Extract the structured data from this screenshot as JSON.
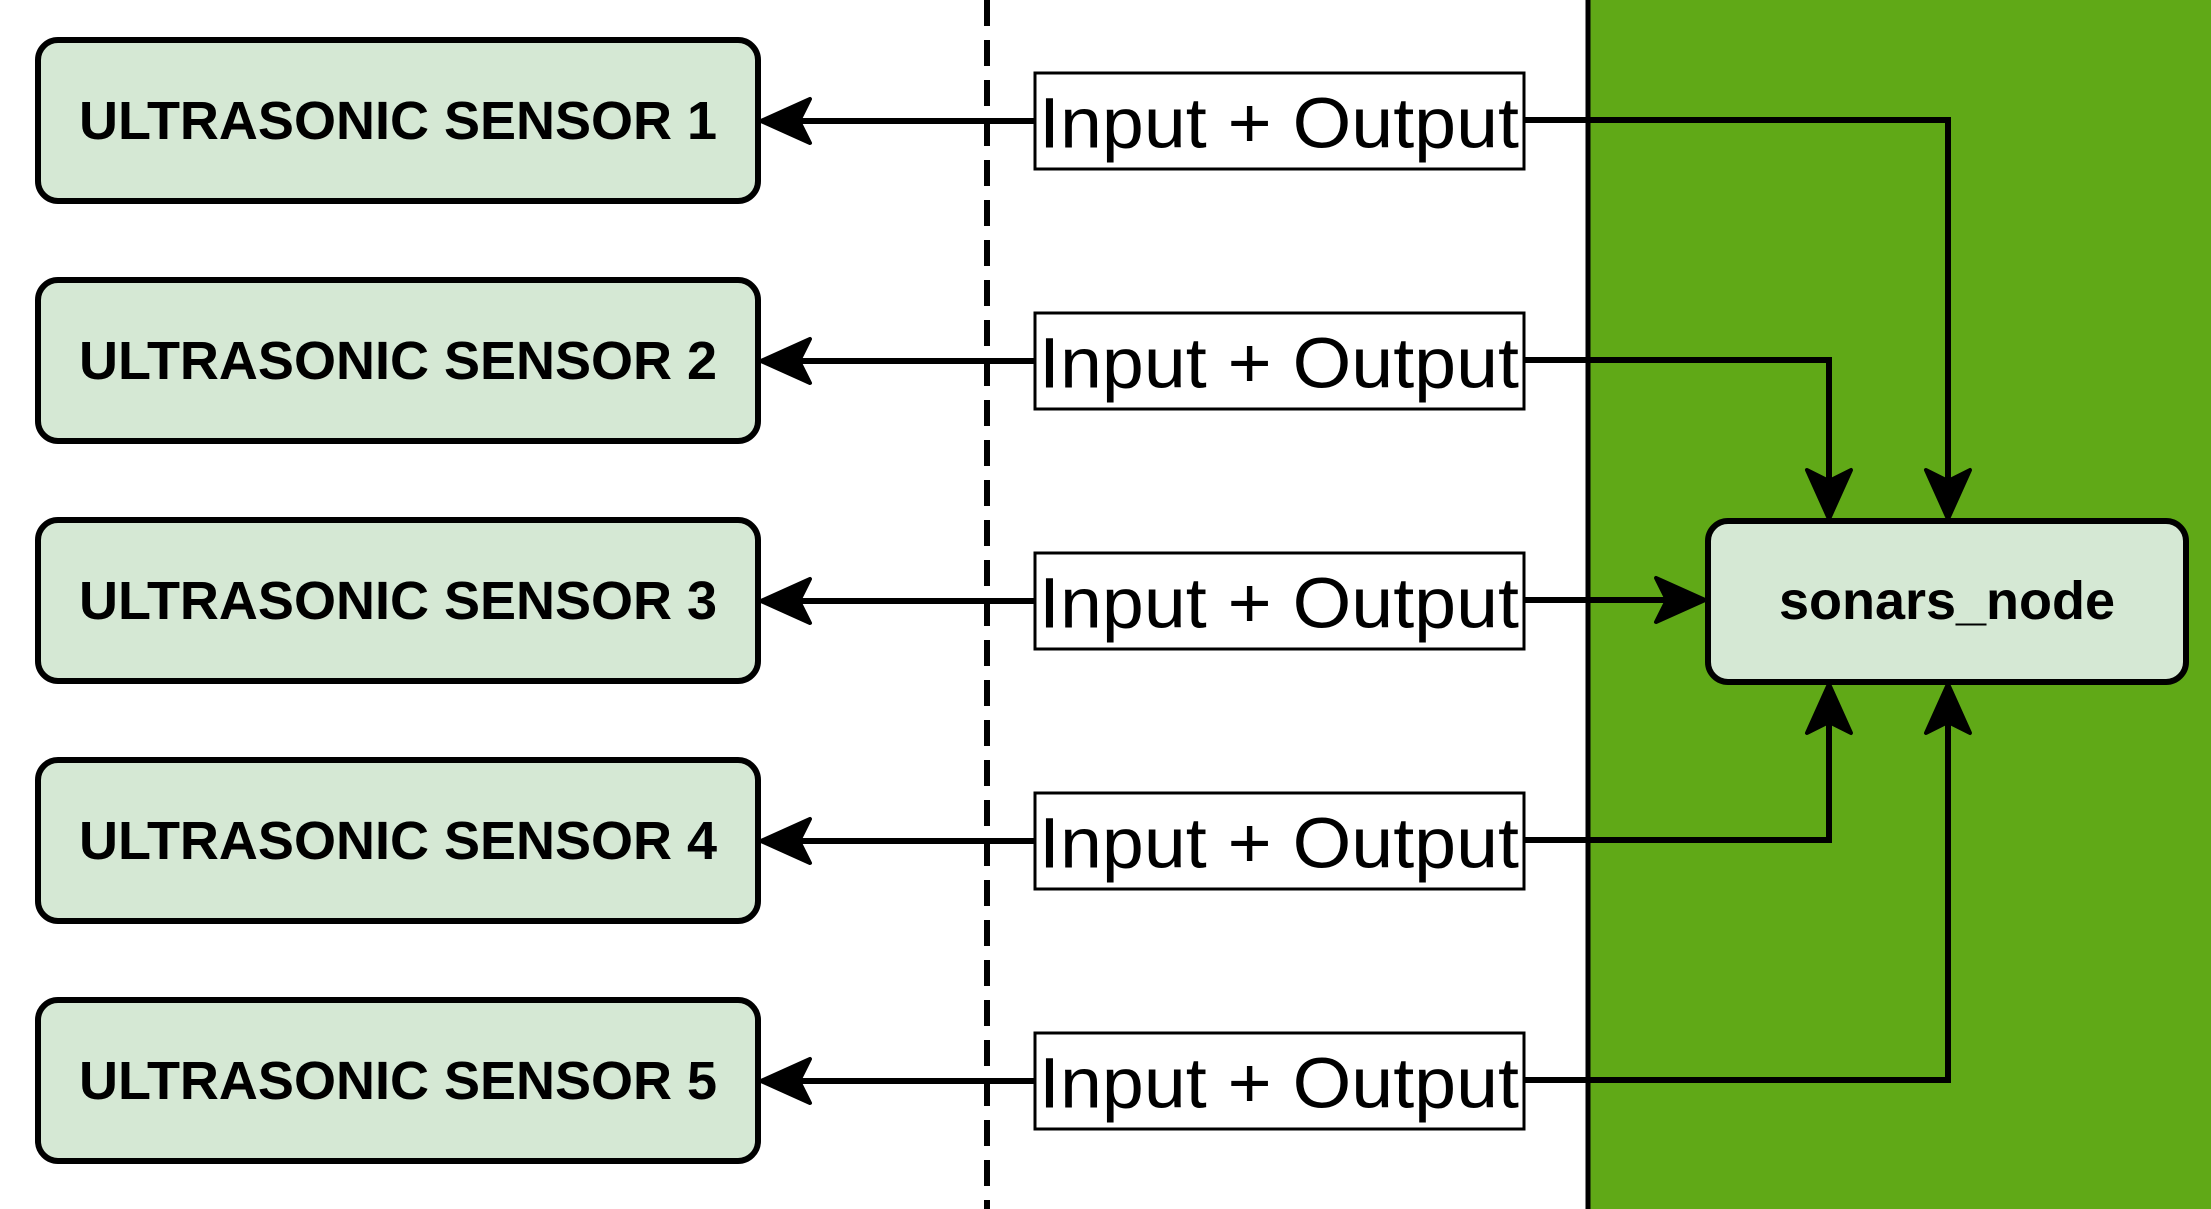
{
  "diagram": {
    "sensors": [
      {
        "label": "ULTRASONIC SENSOR 1",
        "link_label": "Input + Output"
      },
      {
        "label": "ULTRASONIC SENSOR 2",
        "link_label": "Input + Output"
      },
      {
        "label": "ULTRASONIC SENSOR 3",
        "link_label": "Input + Output"
      },
      {
        "label": "ULTRASONIC SENSOR 4",
        "link_label": "Input + Output"
      },
      {
        "label": "ULTRASONIC SENSOR 5",
        "link_label": "Input + Output"
      }
    ],
    "node": {
      "label": "sonars_node"
    },
    "colors": {
      "box_fill": "#d5e8d4",
      "box_stroke": "#000000",
      "region_fill": "#60a917",
      "line": "#000000"
    }
  }
}
